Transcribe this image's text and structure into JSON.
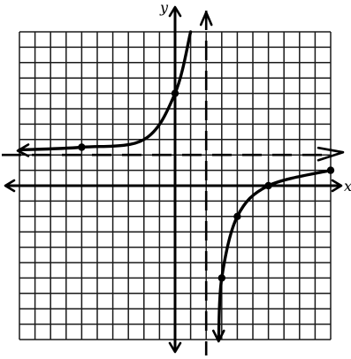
{
  "chart_data": {
    "type": "line",
    "xlabel": "x",
    "ylabel": "y",
    "xlim": [
      -10,
      10
    ],
    "ylim": [
      -10,
      10
    ],
    "grid": true,
    "vertical_asymptote": 2,
    "horizontal_asymptote": 2,
    "series": [
      {
        "values": [
          {
            "x": -10,
            "y": 2.33
          },
          {
            "x": -6,
            "y": 2.5
          },
          {
            "x": -2,
            "y": 3
          },
          {
            "x": 0,
            "y": 6
          },
          {
            "x": 1,
            "y": 10
          }
        ]
      },
      {
        "values": [
          {
            "x": 2.8,
            "y": -10
          },
          {
            "x": 3,
            "y": -6
          },
          {
            "x": 4,
            "y": -2
          },
          {
            "x": 6,
            "y": 0
          },
          {
            "x": 10,
            "y": 1
          }
        ]
      }
    ],
    "points": [
      {
        "x": -6,
        "y": 2.5
      },
      {
        "x": 0,
        "y": 6
      },
      {
        "x": 3,
        "y": -6
      },
      {
        "x": 4,
        "y": -2
      },
      {
        "x": 6,
        "y": 0
      },
      {
        "x": 10,
        "y": 1
      }
    ]
  }
}
